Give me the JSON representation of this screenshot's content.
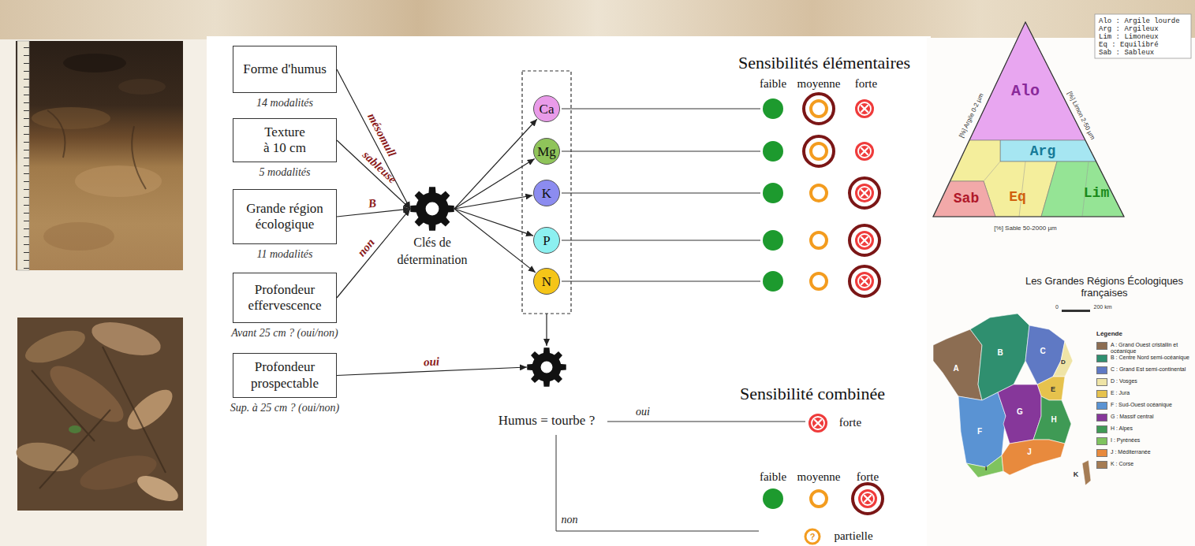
{
  "diagram": {
    "nodes": [
      {
        "text": [
          "Forme d'humus",
          "14 modalités"
        ]
      },
      {
        "text": [
          "Texture à 10 cm",
          "5 modalités"
        ]
      },
      {
        "text": [
          "Grande région écologique",
          "11 modalités"
        ]
      },
      {
        "text": [
          "Profondeur effervescence",
          "Avant 25 cm ? (oui/non)"
        ]
      },
      {
        "text": [
          "Profondeur prospectable",
          "Sup. à 25 cm ? (oui/non)"
        ]
      },
      {
        "text": [
          "Clés de détermination"
        ]
      },
      {
        "text": [
          "Ca"
        ]
      },
      {
        "text": [
          "Mg"
        ]
      },
      {
        "text": [
          "K"
        ]
      },
      {
        "text": [
          "P"
        ]
      },
      {
        "text": [
          "N"
        ]
      },
      {
        "text": [
          "Humus = tourbe ?"
        ]
      }
    ],
    "edges": [
      {
        "from": 0,
        "to": 5,
        "label": "mésomull",
        "arrow": "to"
      },
      {
        "from": 1,
        "to": 5,
        "label": "sableuse",
        "arrow": "to"
      },
      {
        "from": 2,
        "to": 5,
        "label": "B",
        "arrow": "to"
      },
      {
        "from": 3,
        "to": 5,
        "label": "non",
        "arrow": "to"
      },
      {
        "from": 5,
        "to": 6,
        "arrow": "to"
      },
      {
        "from": 5,
        "to": 7,
        "arrow": "to"
      },
      {
        "from": 5,
        "to": 8,
        "arrow": "to"
      },
      {
        "from": 5,
        "to": 9,
        "arrow": "to"
      },
      {
        "from": 5,
        "to": 10,
        "arrow": "to"
      },
      {
        "from": 4,
        "to": 11,
        "label": "oui",
        "arrow": "to"
      }
    ],
    "labels": [
      "Sensibilités élémentaires",
      "faible",
      "moyenne",
      "forte",
      "Sensibilité combinée",
      "oui",
      "forte",
      "non",
      "faible",
      "moyenne",
      "forte",
      "?",
      "partielle",
      "Alo",
      "Arg",
      "Eq",
      "Lim",
      "Sab",
      "Alo : Argile lourde",
      "Arg : Argileux",
      "Lim : Limoneux",
      "Eq : Equilibré",
      "Sab : Sableux",
      "[%] Argile 0-2 µm",
      "[%] Limon 2-50 µm",
      "[%] Sable 50-2000 µm",
      "Les Grandes Régions Écologiques françaises",
      "Légende",
      "0",
      "200 km",
      "A",
      "B",
      "C",
      "D",
      "E",
      "F",
      "G",
      "H",
      "I",
      "J",
      "K"
    ],
    "legend": [
      {
        "text": "A : Grand Ouest cristallin et océanique",
        "color": "#8c6d52"
      },
      {
        "text": "B : Centre Nord semi-océanique",
        "color": "#2f8f6f"
      },
      {
        "text": "C : Grand Est semi-continental",
        "color": "#5f79c4"
      },
      {
        "text": "D : Vosges",
        "color": "#efe4a6"
      },
      {
        "text": "E : Jura",
        "color": "#e6c24d"
      },
      {
        "text": "F : Sud-Ouest océanique",
        "color": "#5a93d3"
      },
      {
        "text": "G : Massif central",
        "color": "#86379a"
      },
      {
        "text": "H : Alpes",
        "color": "#3f9a55"
      },
      {
        "text": "I : Pyrénées",
        "color": "#7fc35f"
      },
      {
        "text": "J : Méditerranée",
        "color": "#e88a3d"
      },
      {
        "text": "K : Corse",
        "color": "#a57c54"
      }
    ]
  }
}
